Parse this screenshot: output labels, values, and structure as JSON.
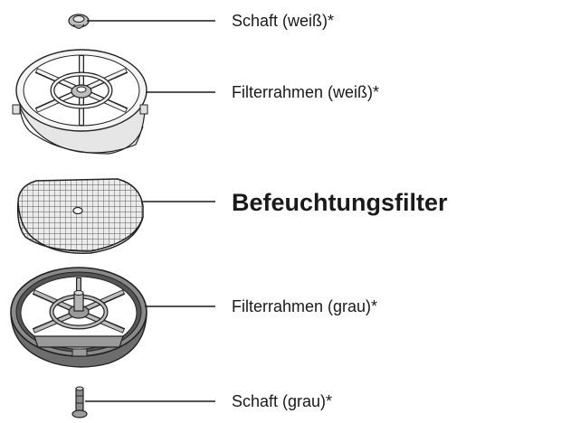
{
  "parts": [
    {
      "id": "shaft-white",
      "label": "Schaft (weiß)*"
    },
    {
      "id": "frame-white",
      "label": "Filterrahmen (weiß)*"
    },
    {
      "id": "humidifier-filter",
      "label": "Befeuchtungsfilter"
    },
    {
      "id": "frame-grey",
      "label": "Filterrahmen (grau)*"
    },
    {
      "id": "shaft-grey",
      "label": "Schaft (grau)*"
    }
  ]
}
